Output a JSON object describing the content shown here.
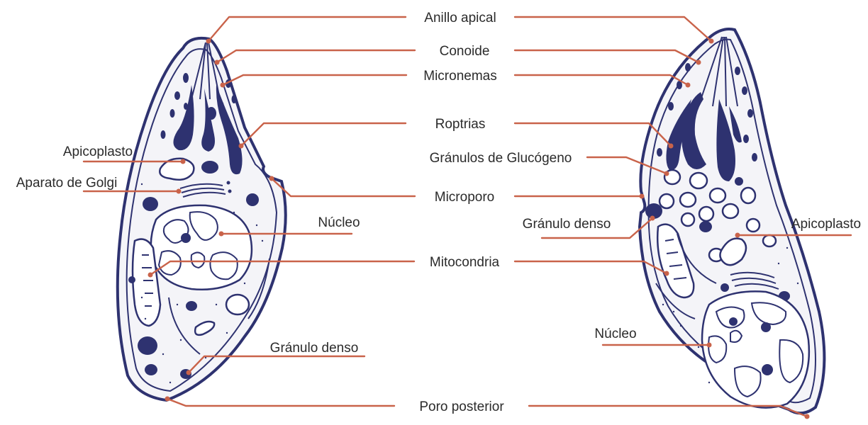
{
  "colors": {
    "organelle": "#2e3270",
    "leader": "#c9634a",
    "cytoplasm": "#f4f4f8",
    "text": "#2b2b2b"
  },
  "labels": {
    "anillo_apical": "Anillo apical",
    "conoide": "Conoide",
    "micronemas": "Micronemas",
    "roptrias": "Roptrias",
    "granulos_glucogeno": "Gránulos de Glucógeno",
    "microporo": "Microporo",
    "nucleo_left": "Núcleo",
    "mitocondria": "Mitocondria",
    "poro_posterior": "Poro posterior",
    "apicoplasto_left": "Apicoplasto",
    "aparato_golgi": "Aparato de Golgi",
    "granulo_denso_left": "Gránulo denso",
    "granulo_denso_right": "Gránulo denso",
    "apicoplasto_right": "Apicoplasto",
    "nucleo_right": "Núcleo"
  }
}
